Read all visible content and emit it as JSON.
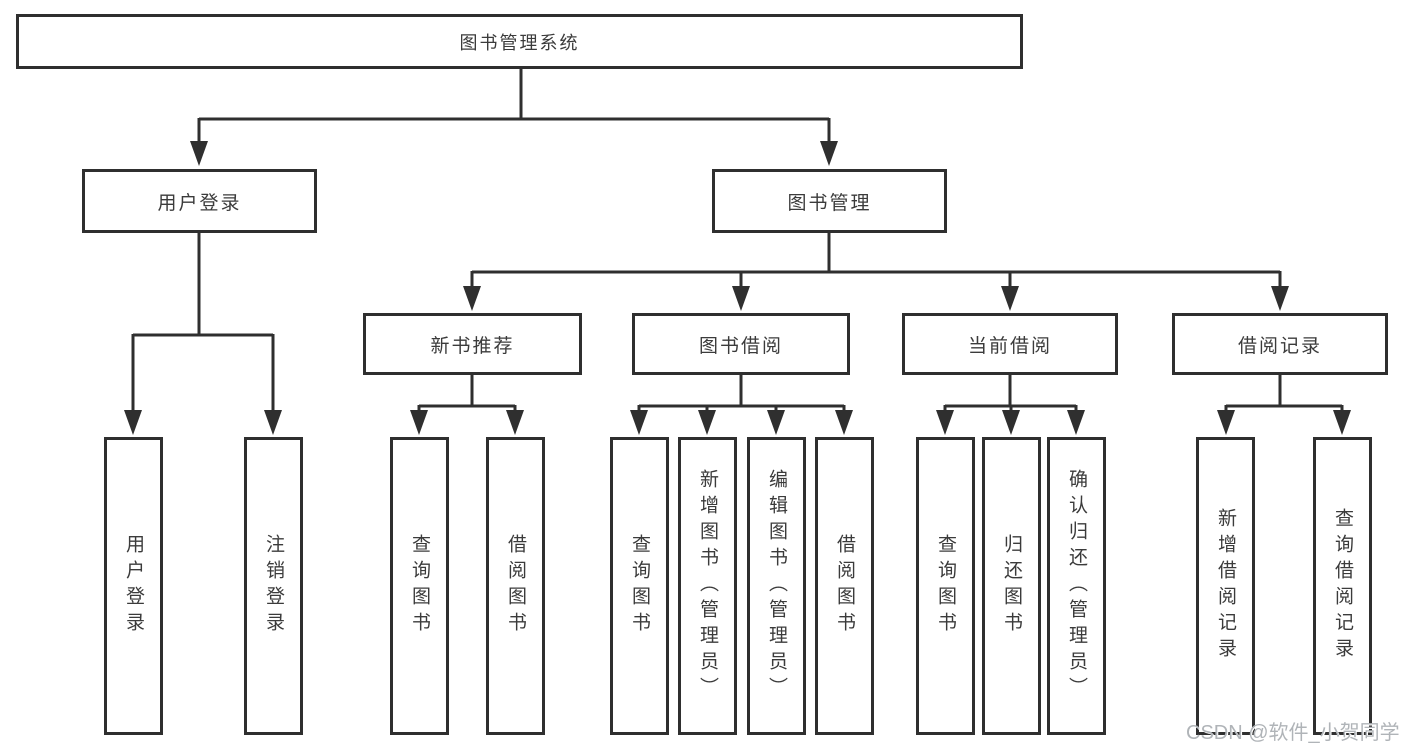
{
  "colors": {
    "line": "#2f2f2f",
    "text": "#3b3b3b",
    "box_bg": "#ffffff",
    "watermark": "#b0b4b8"
  },
  "tree": {
    "root": "图书管理系统",
    "user": {
      "label": "用户登录",
      "children": [
        "用户登录",
        "注销登录"
      ]
    },
    "book": {
      "label": "图书管理",
      "sections": [
        {
          "label": "新书推荐",
          "children": [
            "查询图书",
            "借阅图书"
          ]
        },
        {
          "label": "图书借阅",
          "children": [
            "查询图书",
            "新增图书（管理员）",
            "编辑图书（管理员）",
            "借阅图书"
          ]
        },
        {
          "label": "当前借阅",
          "children": [
            "查询图书",
            "归还图书",
            "确认归还（管理员）"
          ]
        },
        {
          "label": "借阅记录",
          "children": [
            "新增借阅记录",
            "查询借阅记录"
          ]
        }
      ]
    }
  },
  "watermark": "CSDN @软件_小贺同学"
}
